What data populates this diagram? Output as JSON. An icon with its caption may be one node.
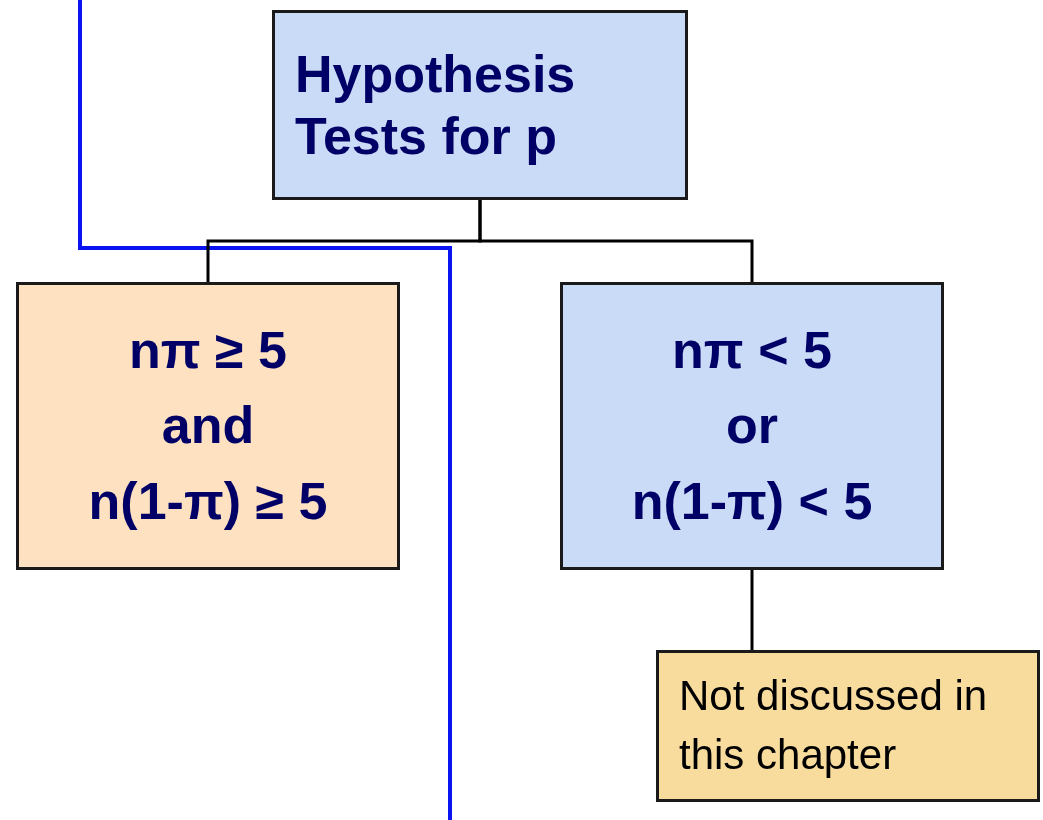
{
  "diagram": {
    "nodes": [
      {
        "text": [
          "Hypothesis Tests for p"
        ]
      },
      {
        "text": [
          "nπ ≥ 5",
          "and",
          "n(1-π) ≥ 5"
        ]
      },
      {
        "text": [
          "nπ < 5",
          "or",
          "n(1-π) < 5"
        ]
      },
      {
        "text": [
          "Not discussed in this chapter"
        ]
      }
    ],
    "edges": [
      {
        "from": 0,
        "to": 1,
        "arrow": "none"
      },
      {
        "from": 0,
        "to": 2,
        "arrow": "none"
      },
      {
        "from": 2,
        "to": 3,
        "arrow": "none"
      }
    ]
  }
}
